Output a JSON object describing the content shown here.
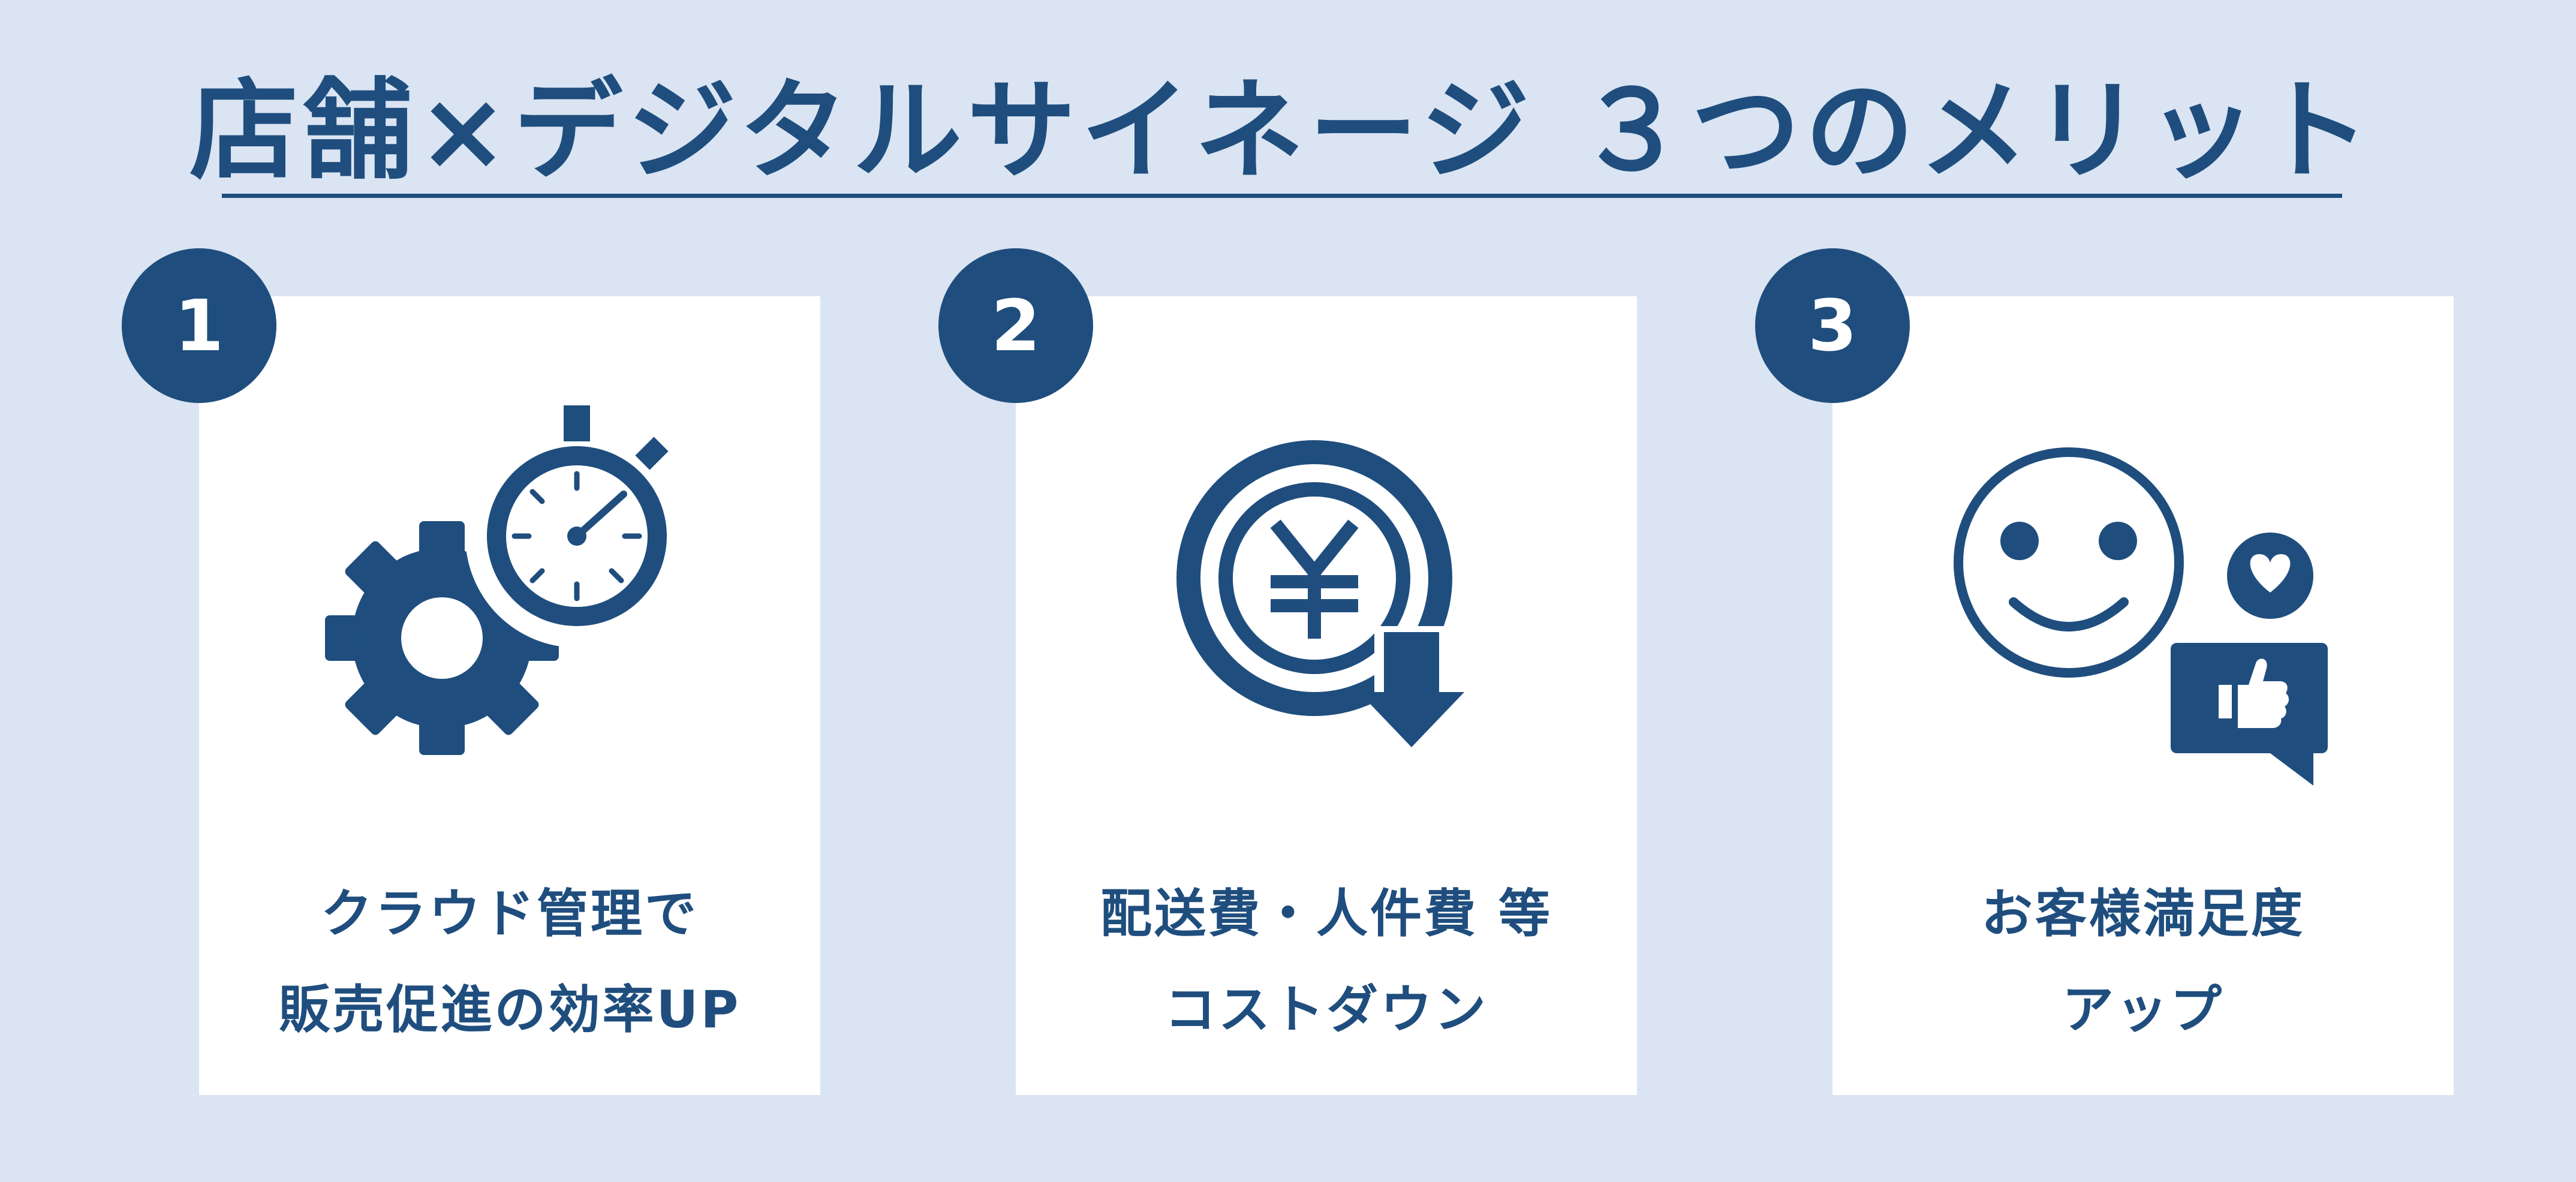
{
  "title": "店舗×デジタルサイネージ ３つのメリット",
  "colors": {
    "background": "#dae4f2",
    "accent": "#1f4e7e",
    "card": "#ffffff"
  },
  "cards": [
    {
      "number": "1",
      "icon": "gear-stopwatch-icon",
      "line1": "クラウド管理で",
      "line2": "販売促進の効率UP"
    },
    {
      "number": "2",
      "icon": "yen-down-arrow-icon",
      "line1": "配送費・人件費 等",
      "line2": "コストダウン"
    },
    {
      "number": "3",
      "icon": "smiley-like-icon",
      "line1": "お客様満足度",
      "line2": "アップ"
    }
  ]
}
